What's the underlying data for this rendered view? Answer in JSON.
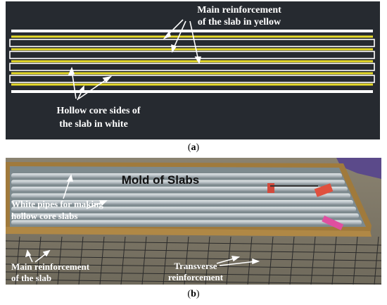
{
  "panel_a": {
    "label_main_reinforcement": [
      "Main reinforcement",
      "of the slab in yellow"
    ],
    "label_hollow_core": [
      "Hollow core sides of",
      "the slab in white"
    ],
    "caption_letter": "a",
    "colors": {
      "background": "#262a30",
      "reinforcement": "#e8dc2a",
      "hollow_core": "#ffffff"
    }
  },
  "panel_b": {
    "label_mold": "Mold of Slabs",
    "label_pipes": [
      "White pipes for making",
      "hollow core slabs"
    ],
    "label_main_reinforcement": [
      "Main reinforcement",
      "of the slab"
    ],
    "label_transverse": [
      "Transverse",
      "reinforcement"
    ],
    "caption_letter": "b"
  }
}
